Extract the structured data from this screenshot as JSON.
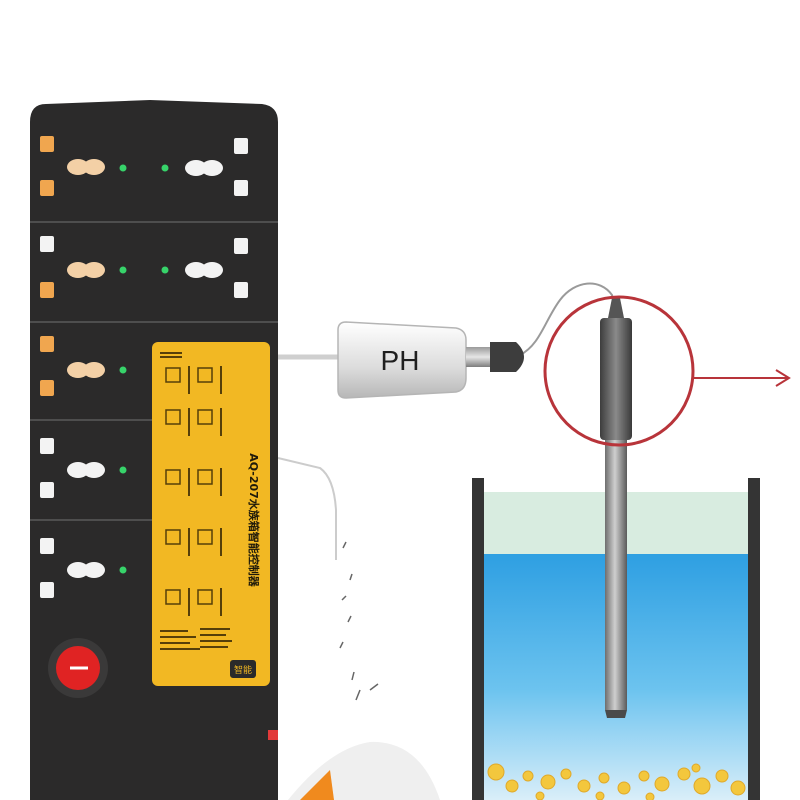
{
  "probe_label": "PH",
  "sticker": {
    "model": "AQ-207水族箱智能控制器",
    "brand_badge": "智能"
  },
  "power_strip": {
    "sockets": 5,
    "switch": "power-switch"
  },
  "colors": {
    "strip_body": "#2b2a2a",
    "socket_orange": "#f0a64f",
    "socket_white": "#f3f3f3",
    "indicator_green": "#37d36a",
    "sticker_yellow": "#f2b823",
    "switch_red": "#e02323",
    "magnifier_ring": "#b8343a",
    "water_top": "#d7ecdf",
    "water_blue": "#4fb3ea",
    "tank_wall": "#333333",
    "bubbles": "#f2c63a"
  }
}
